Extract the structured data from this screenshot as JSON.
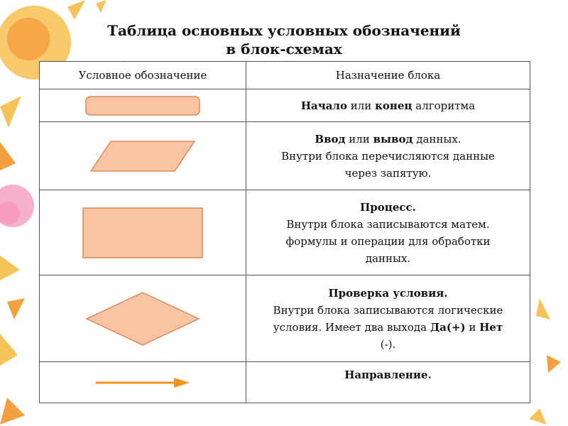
{
  "title": {
    "line1": "Таблица основных условных обозначений",
    "line2": "в блок-схемах"
  },
  "table": {
    "headers": [
      "Условное обозначение",
      "Назначение блока"
    ],
    "rows": [
      {
        "shape": "terminator",
        "desc": {
          "b1": "Начало",
          "t1": " или ",
          "b2": "конец",
          "t2": " алгоритма"
        }
      },
      {
        "shape": "parallelogram",
        "desc": {
          "b1": "Ввод",
          "t1": " или ",
          "b2": "вывод",
          "t2": " данных.",
          "line2": "Внутри блока перечисляются данные",
          "line3": "через запятую."
        }
      },
      {
        "shape": "rectangle",
        "desc": {
          "b1": "Процесс.",
          "line2": "Внутри блока записываются матем.",
          "line3": "формулы и операции для обработки",
          "line4": "данных."
        }
      },
      {
        "shape": "diamond",
        "desc": {
          "b1": "Проверка условия.",
          "line2": "Внутри блока записываются логические",
          "line3a": "условия. Имеет два выхода ",
          "yes": "Да(+)",
          "and": " и  ",
          "no": "Нет",
          "line4": "(-)."
        }
      },
      {
        "shape": "arrow",
        "desc": {
          "b1": "Направление."
        }
      }
    ]
  },
  "colors": {
    "shape_fill": "#f9c4a3",
    "shape_stroke": "#d98a5a",
    "arrow": "#f0921e",
    "deco_yellow": "#f6c35a",
    "deco_orange": "#f4a040",
    "deco_pink": "#f5a6c8"
  }
}
